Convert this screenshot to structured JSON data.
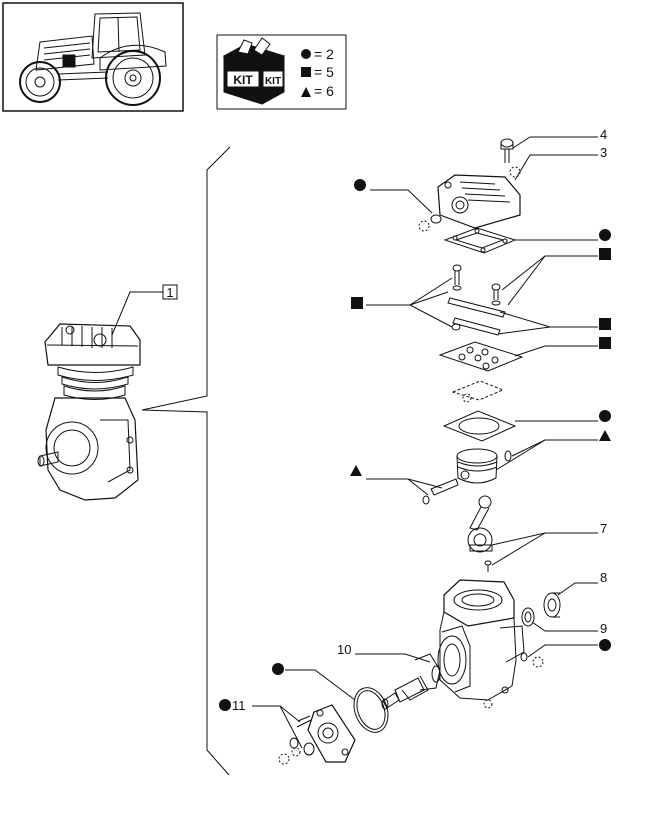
{
  "diagram": {
    "kit_box": {
      "kit_label_left": "KIT",
      "kit_label_right": "KIT",
      "rows": [
        {
          "symbol": "circle",
          "text": "= 2"
        },
        {
          "symbol": "square",
          "text": "= 5"
        },
        {
          "symbol": "triangle",
          "text": "= 6"
        }
      ]
    },
    "assembly_label": "1",
    "callouts": [
      {
        "id": "4",
        "text": "4"
      },
      {
        "id": "3",
        "text": "3"
      },
      {
        "id": "7",
        "text": "7"
      },
      {
        "id": "8",
        "text": "8"
      },
      {
        "id": "9",
        "text": "9"
      },
      {
        "id": "10",
        "text": "10"
      },
      {
        "id": "11",
        "text": "11"
      }
    ],
    "colors": {
      "line": "#111111",
      "background": "#ffffff"
    }
  }
}
